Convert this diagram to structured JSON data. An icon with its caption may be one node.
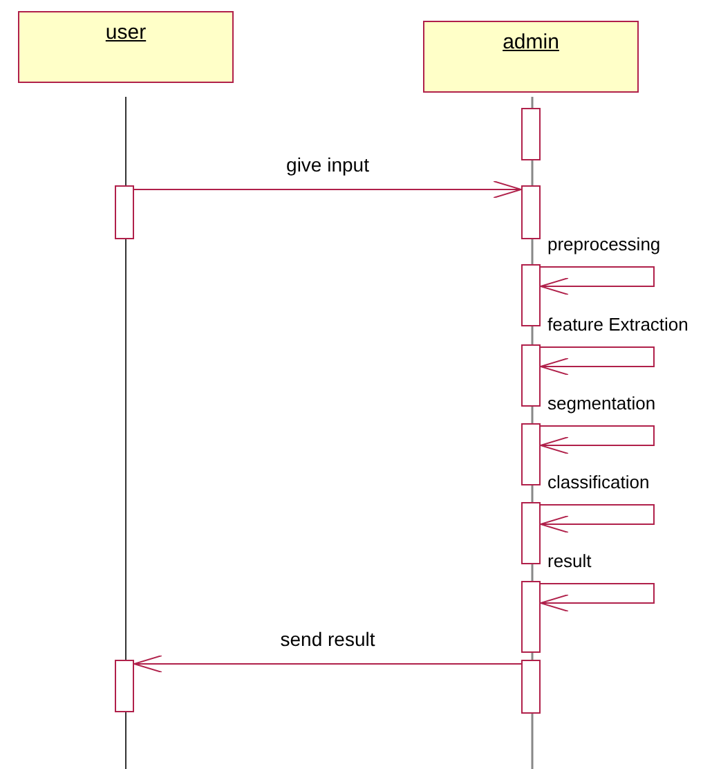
{
  "diagram": {
    "nodes": [
      {
        "text": [
          "user"
        ]
      },
      {
        "text": [
          "admin"
        ]
      },
      {
        "text": [],
        "shape": "bar"
      },
      {
        "text": [],
        "shape": "bar"
      },
      {
        "text": [],
        "shape": "bar"
      },
      {
        "text": [],
        "shape": "bar"
      },
      {
        "text": [],
        "shape": "bar"
      },
      {
        "text": [],
        "shape": "bar"
      },
      {
        "text": [],
        "shape": "bar"
      },
      {
        "text": [],
        "shape": "bar"
      },
      {
        "text": [],
        "shape": "bar"
      },
      {
        "text": [],
        "shape": "bar"
      }
    ],
    "edges": [
      {
        "from": 3,
        "to": 4,
        "arrow": "to",
        "label": "give input"
      },
      {
        "from": 5,
        "to": 5,
        "arrow": "to",
        "label": "preprocessing"
      },
      {
        "from": 6,
        "to": 6,
        "arrow": "to",
        "label": "feature Extraction"
      },
      {
        "from": 7,
        "to": 7,
        "arrow": "to",
        "label": "segmentation"
      },
      {
        "from": 8,
        "to": 8,
        "arrow": "to",
        "label": "classification"
      },
      {
        "from": 9,
        "to": 9,
        "arrow": "to",
        "label": "result"
      },
      {
        "from": 11,
        "to": 10,
        "arrow": "to",
        "label": "send result"
      }
    ]
  }
}
